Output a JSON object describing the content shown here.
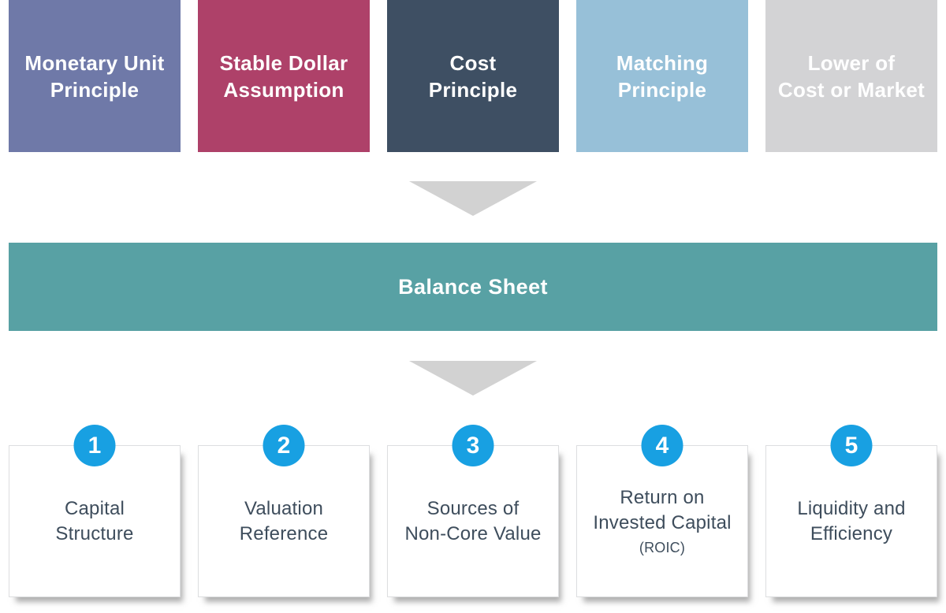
{
  "top_row": {
    "items": [
      {
        "name": "monetary-unit-principle",
        "lines": [
          "Monetary Unit",
          "Principle"
        ],
        "color": "#6F79A8",
        "text_color": "#FFFFFF"
      },
      {
        "name": "stable-dollar-assumption",
        "lines": [
          "Stable Dollar",
          "Assumption"
        ],
        "color": "#AE4169",
        "text_color": "#FFFFFF"
      },
      {
        "name": "cost-principle",
        "lines": [
          "Cost",
          "Principle"
        ],
        "color": "#3E4F63",
        "text_color": "#FFFFFF"
      },
      {
        "name": "matching-principle",
        "lines": [
          "Matching",
          "Principle"
        ],
        "color": "#97C0D8",
        "text_color": "#FFFFFF"
      },
      {
        "name": "lower-of-cost-or-market",
        "lines": [
          "Lower of",
          "Cost or Market"
        ],
        "color": "#D3D3D5",
        "text_color": "#FFFFFF"
      }
    ]
  },
  "flow": {
    "arrow_color": "#D2D2D2"
  },
  "banner": {
    "label": "Balance Sheet",
    "color": "#58A1A4",
    "text_color": "#FFFFFF"
  },
  "bottom_row": {
    "badge_color": "#18A0E2",
    "badge_text_color": "#FFFFFF",
    "text_color": "#3E4D5C",
    "items": [
      {
        "number": "1",
        "lines": [
          "Capital",
          "Structure"
        ]
      },
      {
        "number": "2",
        "lines": [
          "Valuation",
          "Reference"
        ]
      },
      {
        "number": "3",
        "lines": [
          "Sources of",
          "Non-Core Value"
        ]
      },
      {
        "number": "4",
        "lines": [
          "Return on",
          "Invested Capital"
        ],
        "sub_label": "(ROIC)"
      },
      {
        "number": "5",
        "lines": [
          "Liquidity and",
          "Efficiency"
        ]
      }
    ]
  }
}
